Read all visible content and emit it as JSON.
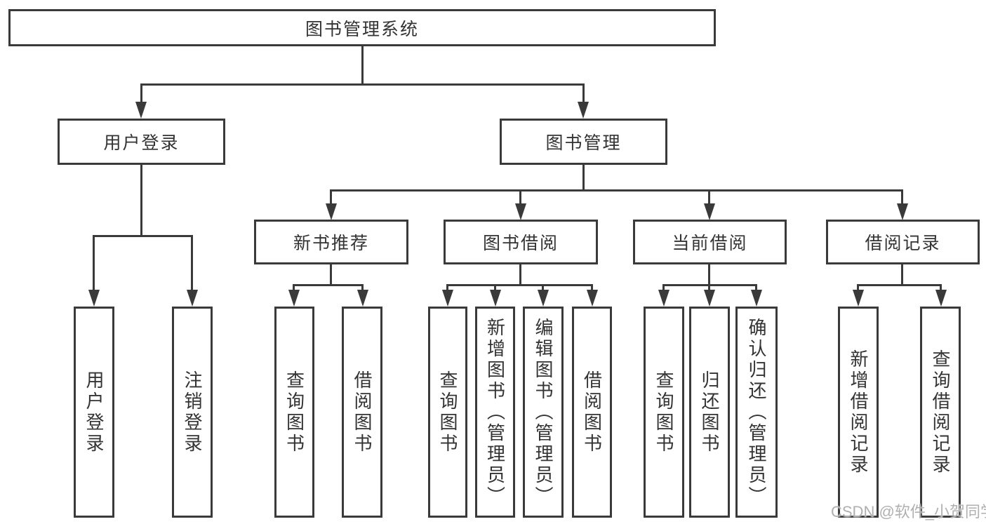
{
  "diagram_title": "图书管理系统",
  "tree": {
    "label": "图书管理系统",
    "children": [
      {
        "label": "用户登录",
        "children": [
          {
            "label": "用户登录"
          },
          {
            "label": "注销登录"
          }
        ]
      },
      {
        "label": "图书管理",
        "children": [
          {
            "label": "新书推荐",
            "children": [
              {
                "label": "查询图书"
              },
              {
                "label": "借阅图书"
              }
            ]
          },
          {
            "label": "图书借阅",
            "children": [
              {
                "label": "查询图书"
              },
              {
                "label": "新增图书（管理员）"
              },
              {
                "label": "编辑图书（管理员）"
              },
              {
                "label": "借阅图书"
              }
            ]
          },
          {
            "label": "当前借阅",
            "children": [
              {
                "label": "查询图书"
              },
              {
                "label": "归还图书"
              },
              {
                "label": "确认归还（管理员）"
              }
            ]
          },
          {
            "label": "借阅记录",
            "children": [
              {
                "label": "新增借阅记录"
              },
              {
                "label": "查询借阅记录"
              }
            ]
          }
        ]
      }
    ]
  },
  "watermark": "CSDN @软件_小贺同学",
  "colors": {
    "line": "#3a3a3a",
    "text": "#333333",
    "bg": "#ffffff",
    "watermark": "#b0b0b0"
  }
}
